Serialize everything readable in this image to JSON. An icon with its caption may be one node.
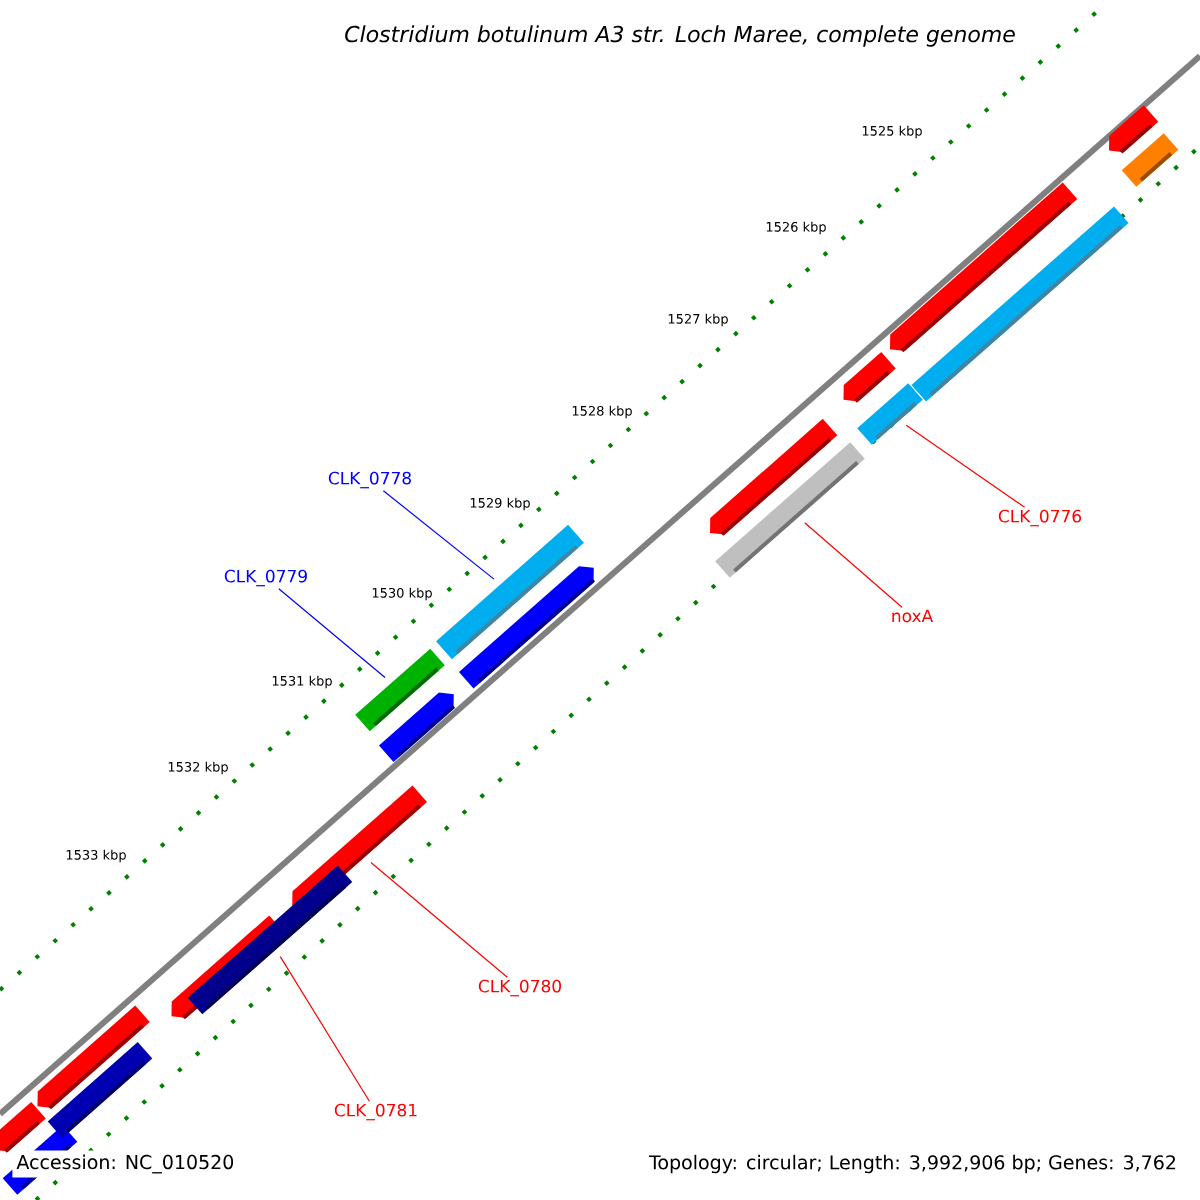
{
  "diagram": {
    "title": "Clostridium botulinum A3 str. Loch Maree, complete genome",
    "nodes": [
      {
        "text": [
          "CLK_0778"
        ]
      },
      {
        "text": [],
        "shape": "bar"
      },
      {
        "text": [
          "CLK_0776"
        ]
      },
      {
        "text": [],
        "shape": "bar"
      },
      {
        "text": [
          "CLK_0779"
        ]
      },
      {
        "text": [],
        "shape": "bar"
      },
      {
        "text": [
          "noxA"
        ]
      },
      {
        "text": [],
        "shape": "bar"
      },
      {
        "text": [
          "CLK_0780"
        ]
      },
      {
        "text": [],
        "shape": "bar"
      },
      {
        "text": [
          "CLK_0781"
        ]
      },
      {
        "text": [],
        "shape": "bar"
      }
    ],
    "edges": [
      {
        "from": 0,
        "to": 1,
        "arrow": "none",
        "color": "#0000ff"
      },
      {
        "from": 2,
        "to": 3,
        "arrow": "none"
      },
      {
        "from": 4,
        "to": 5,
        "arrow": "none",
        "color": "#0000ff"
      },
      {
        "from": 6,
        "to": 7,
        "arrow": "none"
      },
      {
        "from": 8,
        "to": 9,
        "arrow": "none"
      },
      {
        "from": 10,
        "to": 11,
        "arrow": "none"
      }
    ],
    "labels": [
      "1525 kbp",
      "1526 kbp",
      "1527 kbp",
      "1528 kbp",
      "1529 kbp",
      "1530 kbp",
      "1531 kbp",
      "1532 kbp",
      "1533 kbp",
      "Accession: NC_010520",
      "Topology: circular; Length: 3,992,906 bp; Genes: 3,762"
    ]
  }
}
